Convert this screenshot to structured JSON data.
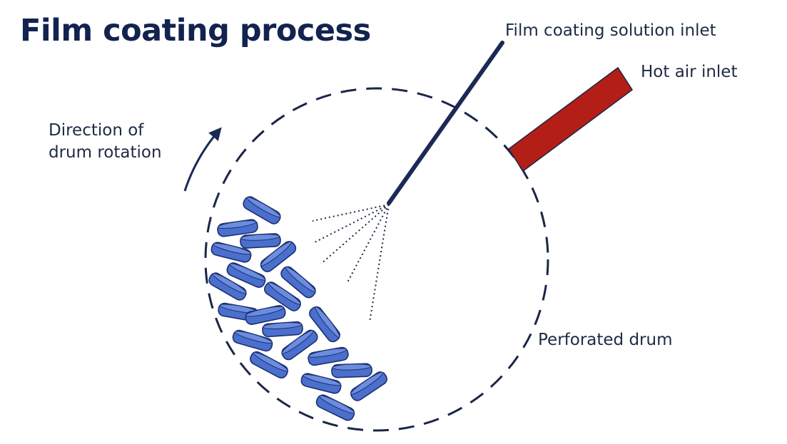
{
  "title": "Film coating process",
  "labels": {
    "solution_inlet": "Film coating solution inlet",
    "hot_air_inlet": "Hot air inlet",
    "rotation_line1": "Direction of",
    "rotation_line2": "drum rotation",
    "perforated_drum": "Perforated drum"
  },
  "colors": {
    "title": "#12234f",
    "drum_outline": "#1b2647",
    "nozzle": "#1b2a55",
    "hot_air_inlet_fill": "#b31e17",
    "tablet_fill": "#4a6fcc",
    "tablet_edge": "#1c2f6e"
  }
}
